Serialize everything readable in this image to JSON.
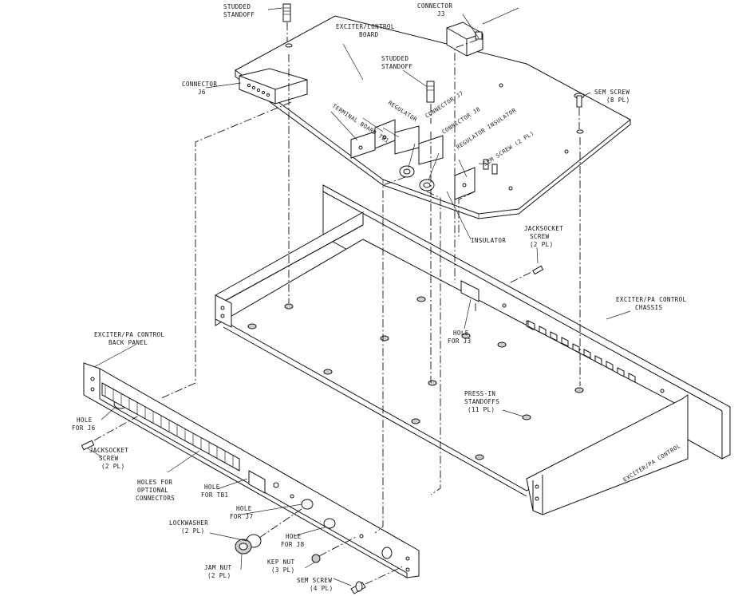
{
  "labels": {
    "studded_standoff_top": [
      "STUDDED",
      "STANDOFF"
    ],
    "connector_j3": [
      "CONNECTOR",
      "J3"
    ],
    "exciter_board": [
      "EXCITER/CONTROL",
      "BOARD"
    ],
    "studded_standoff_mid": [
      "STUDDED",
      "STANDOFF"
    ],
    "sem_screw_8": [
      "SEM SCREW",
      "(8 PL)"
    ],
    "connector_j6": [
      "CONNECTOR",
      "J6"
    ],
    "insulator": [
      "INSULATOR"
    ],
    "jackscrew_chassis": [
      "JACKSOCKET",
      "SCREW",
      "(2 PL)"
    ],
    "chassis": [
      "EXCITER/PA CONTROL",
      "CHASSIS"
    ],
    "hole_j3": [
      "HOLE",
      "FOR J3"
    ],
    "back_panel": [
      "EXCITER/PA CONTROL",
      "BACK PANEL"
    ],
    "press_in": [
      "PRESS-IN",
      "STANDOFFS",
      "(11 PL)"
    ],
    "hole_j6": [
      "HOLE",
      "FOR J6"
    ],
    "jackscrew_panel": [
      "JACKSOCKET",
      "SCREW",
      "(2 PL)"
    ],
    "holes_optional": [
      "HOLES FOR",
      "OPTIONAL",
      "CONNECTORS"
    ],
    "hole_tb1": [
      "HOLE",
      "FOR TB1"
    ],
    "hole_j7": [
      "HOLE",
      "FOR J7"
    ],
    "lockwasher": [
      "LOCKWASHER",
      "(2 PL)"
    ],
    "hole_j8": [
      "HOLE",
      "FOR J8"
    ],
    "jam_nut": [
      "JAM NUT",
      "(2 PL)"
    ],
    "kep_nut": [
      "KEP NUT",
      "(3 PL)"
    ],
    "sem_screw_4": [
      "SEM SCREW",
      "(4 PL)"
    ]
  },
  "board_callouts": [
    "TERMINAL BOARD TB1",
    "REGULATOR",
    "CONNECTOR J7",
    "CONNECTOR J8",
    "REGULATOR INSULATOR",
    "SEM SCREW (2 PL)"
  ],
  "side_text": "EXCITER/PA CONTROL"
}
